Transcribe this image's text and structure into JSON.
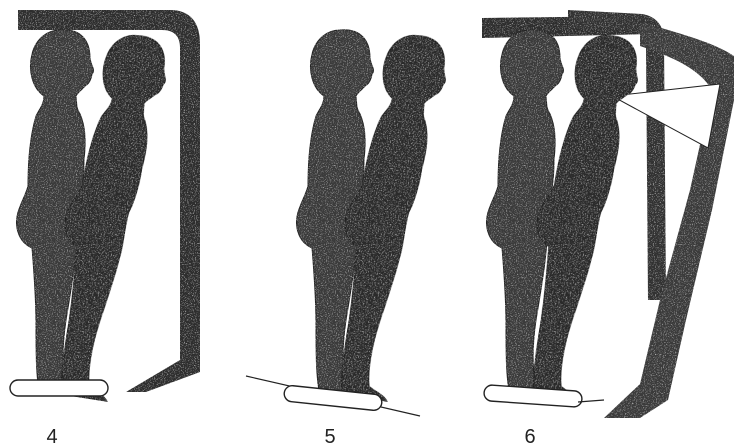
{
  "panels": [
    {
      "label": "4"
    },
    {
      "label": "5"
    },
    {
      "label": "6"
    }
  ]
}
